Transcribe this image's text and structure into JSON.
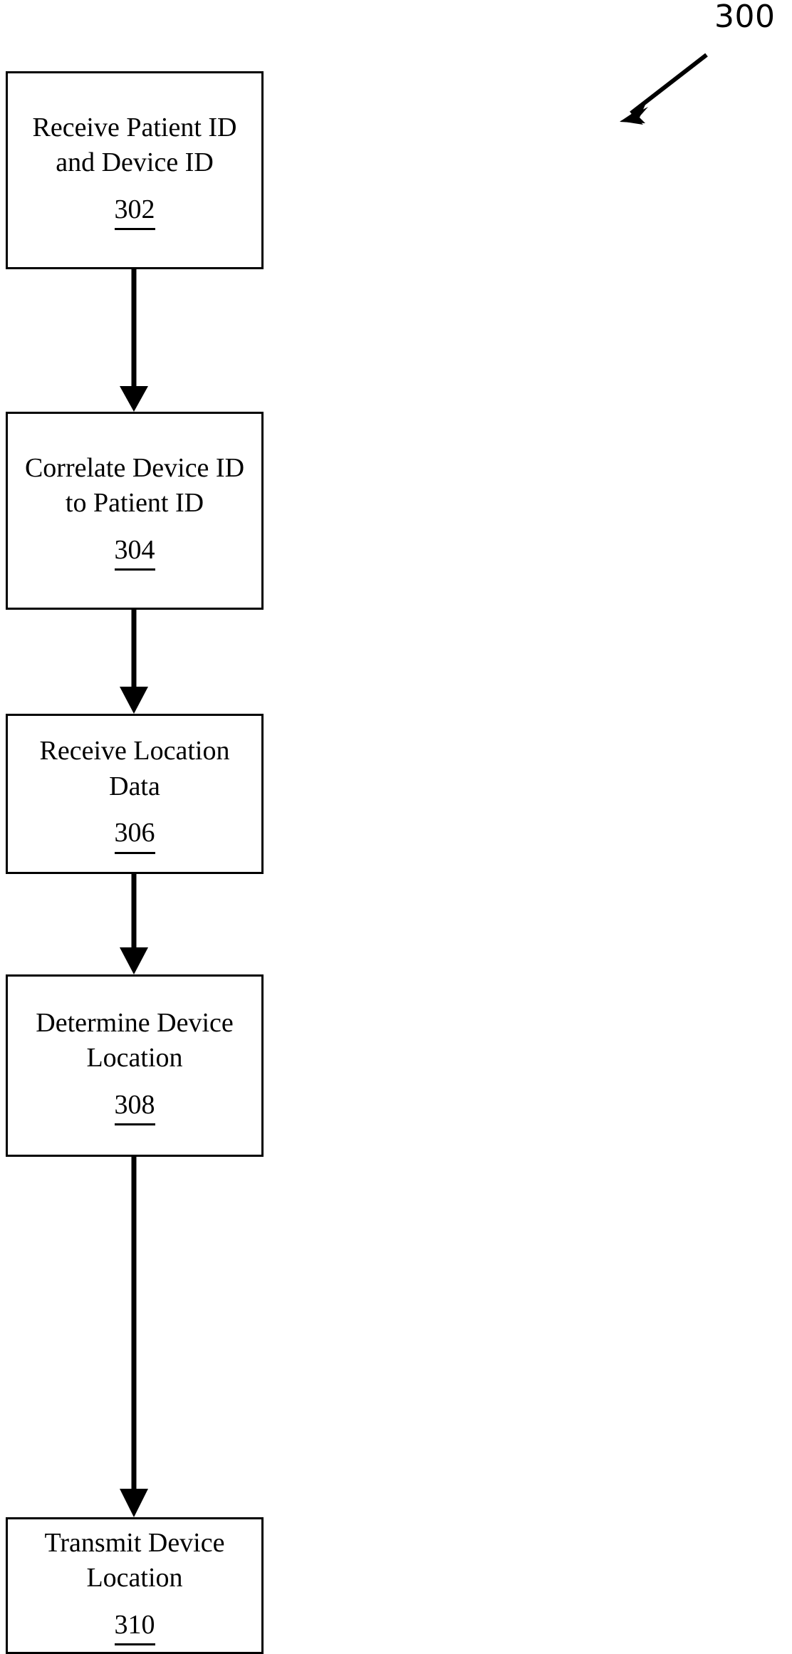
{
  "figure": {
    "reference_numeral": "300",
    "type": "process-flowchart",
    "orientation": "vertical-top-to-bottom"
  },
  "steps": [
    {
      "id": "302",
      "lines": [
        "Receive Patient ID",
        "and Device ID"
      ],
      "number": "302"
    },
    {
      "id": "304",
      "lines": [
        "Correlate Device ID",
        "to Patient ID"
      ],
      "number": "304"
    },
    {
      "id": "306",
      "lines": [
        "Receive Location",
        "Data"
      ],
      "number": "306"
    },
    {
      "id": "308",
      "lines": [
        "Determine Device",
        "Location"
      ],
      "number": "308"
    },
    {
      "id": "310",
      "lines": [
        "Transmit Device",
        "Location"
      ],
      "number": "310"
    }
  ],
  "connectors": [
    {
      "from": "302",
      "to": "304"
    },
    {
      "from": "304",
      "to": "306"
    },
    {
      "from": "306",
      "to": "308"
    },
    {
      "from": "308",
      "to": "310"
    }
  ],
  "colors": {
    "stroke": "#000000",
    "background": "#ffffff",
    "text": "#000000"
  }
}
